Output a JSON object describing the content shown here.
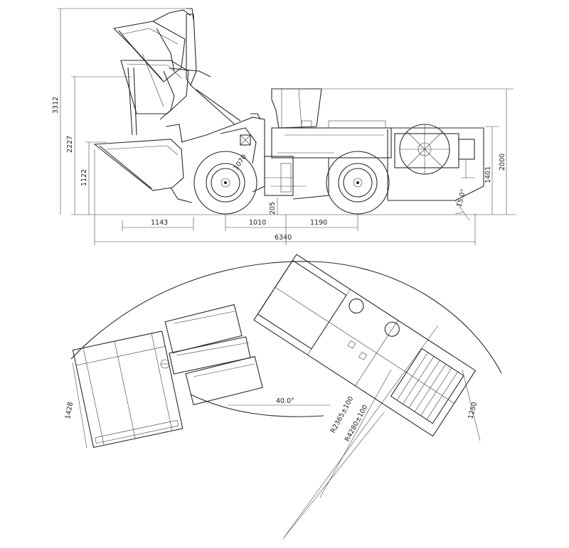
{
  "side_view": {
    "heights": {
      "h_max": "3312",
      "h_lift": "2227",
      "h_pin": "1122",
      "h_ground": "205",
      "h_rear": "1401",
      "h_cab": "2000"
    },
    "lengths": {
      "l_front": "1143",
      "l_mid": "1010",
      "l_wb": "1190",
      "l_total": "6340"
    },
    "angles": {
      "rear_departure": "15.0°"
    },
    "hub_label": "1070"
  },
  "top_view": {
    "width_front": "1428",
    "width_rear": "1250",
    "articulation_angle": "40.0°",
    "inner_radius": "R2365±100",
    "outer_radius": "R4280±100"
  }
}
